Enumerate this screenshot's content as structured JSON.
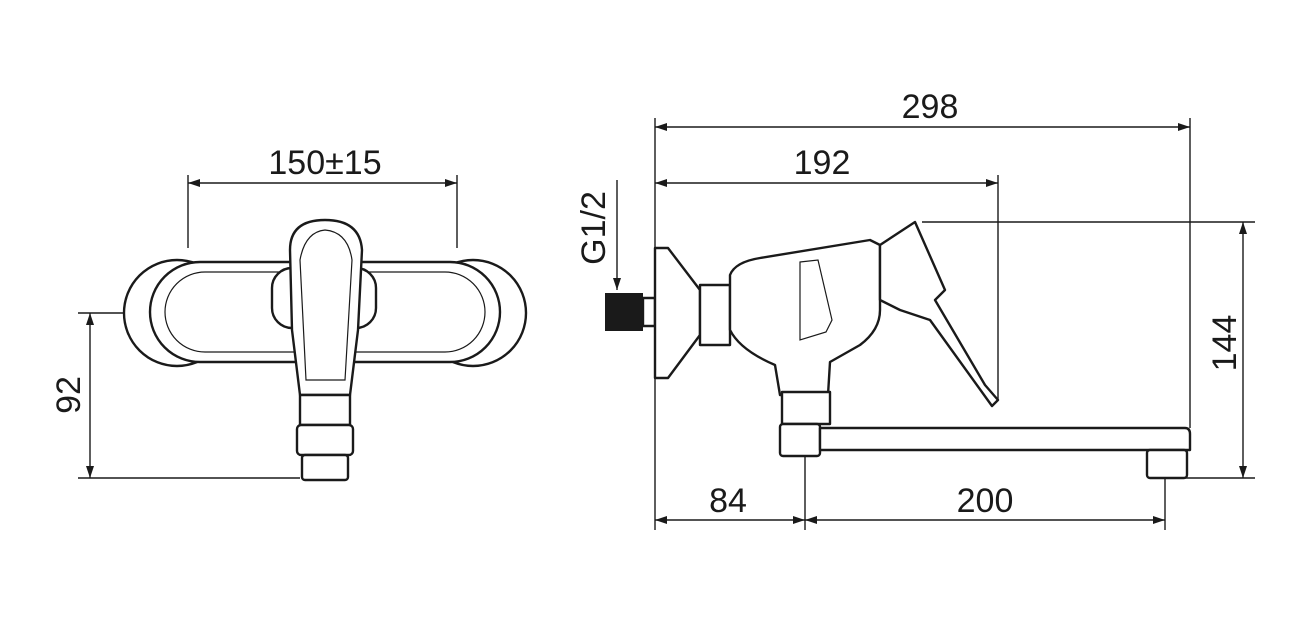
{
  "front_view": {
    "width_dimension": "150±15",
    "height_dimension": "92"
  },
  "side_view": {
    "overall_length": "298",
    "lever_reach": "192",
    "thread_size": "G1/2",
    "overall_height": "144",
    "wall_to_spout": "84",
    "spout_length": "200"
  }
}
